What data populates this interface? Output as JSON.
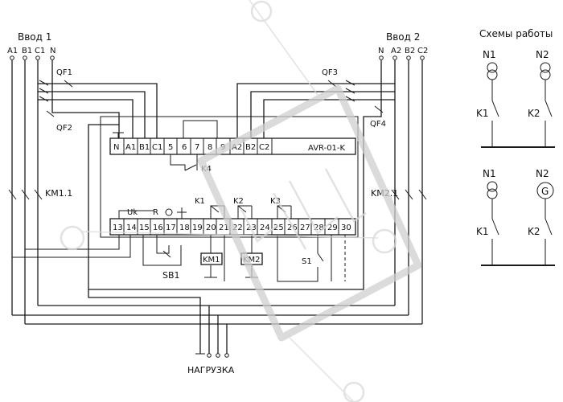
{
  "inputs": {
    "input1": "Ввод 1",
    "input2": "Ввод 2",
    "phases1": [
      "A1",
      "B1",
      "C1",
      "N"
    ],
    "phases2": [
      "N",
      "A2",
      "B2",
      "C2"
    ]
  },
  "breakers": {
    "qf1": "QF1",
    "qf2": "QF2",
    "qf3": "QF3",
    "qf4": "QF4"
  },
  "contactors": {
    "km11": "KM1.1",
    "km21": "KM2.1",
    "km1": "KM1",
    "km2": "KM2"
  },
  "device": {
    "model": "AVR-01-K",
    "top_terminals": [
      "N",
      "A1",
      "B1",
      "C1",
      "5",
      "6",
      "7",
      "8",
      "9",
      "A2",
      "B2",
      "C2"
    ],
    "bottom_terminals": [
      "13",
      "14",
      "15",
      "16",
      "17",
      "18",
      "19",
      "20",
      "21",
      "22",
      "23",
      "24",
      "25",
      "26",
      "27",
      "28",
      "29",
      "30"
    ],
    "uk_label": "Uk",
    "r_label": "R",
    "k1": "K1",
    "k2": "K2",
    "k3": "K3",
    "k4": "K4"
  },
  "buttons": {
    "sb1": "SB1",
    "s1": "S1"
  },
  "load_label": "НАГРУЗКА",
  "schemes": {
    "title": "Схемы работы",
    "n1": "N1",
    "n2": "N2",
    "k1": "K1",
    "k2": "K2",
    "generator_symbol": "G"
  }
}
